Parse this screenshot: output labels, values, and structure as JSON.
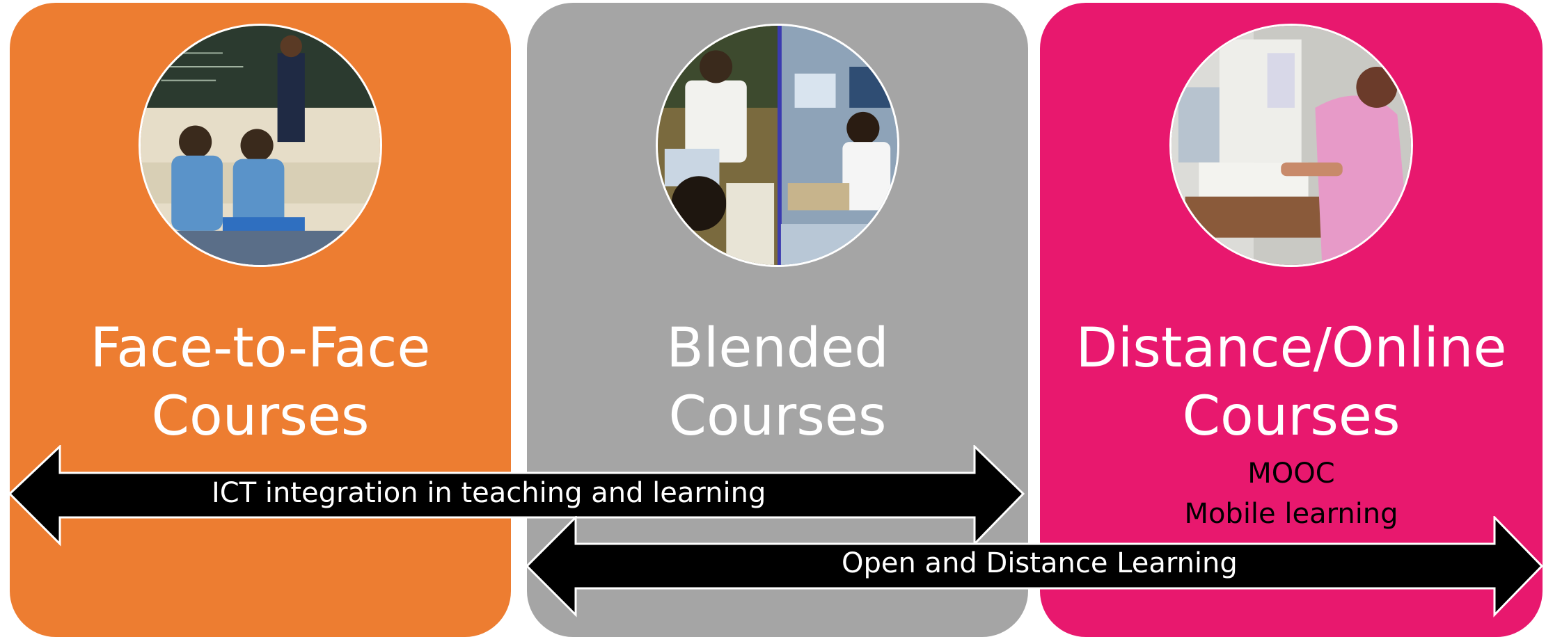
{
  "colors": {
    "face_to_face": "#ed7d31",
    "blended": "#a5a5a5",
    "distance_online": "#e8186e",
    "arrow_fill": "#000000",
    "arrow_stroke": "#ffffff"
  },
  "panels": [
    {
      "title_line1": "Face-to-Face",
      "title_line2": "Courses",
      "photo": "classroom-photo"
    },
    {
      "title_line1": "Blended",
      "title_line2": "Courses",
      "photo": "computer-lab-photo"
    },
    {
      "title_line1": "Distance/Online",
      "title_line2": "Courses",
      "subtitles": [
        "MOOC",
        "Mobile learning"
      ],
      "photo": "online-learner-photo"
    }
  ],
  "arrows": [
    {
      "label": "ICT integration in teaching and learning"
    },
    {
      "label": "Open and Distance Learning"
    }
  ]
}
